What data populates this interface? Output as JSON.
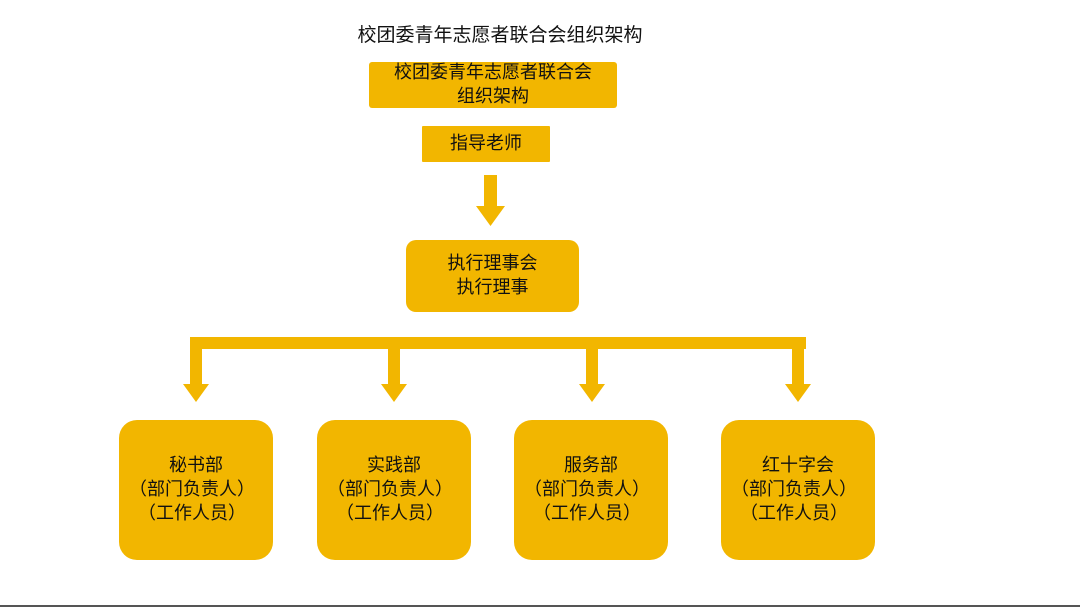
{
  "title": "校团委青年志愿者联合会组织架构",
  "nodes": {
    "org": {
      "lines": [
        "校团委青年志愿者联合会",
        "组织架构"
      ]
    },
    "advisor": {
      "label": "指导老师"
    },
    "executive": {
      "lines": [
        "执行理事会",
        "执行理事"
      ]
    },
    "departments": [
      {
        "lines": [
          "秘书部",
          "（部门负责人）",
          "（工作人员）"
        ]
      },
      {
        "lines": [
          "实践部",
          "（部门负责人）",
          "（工作人员）"
        ]
      },
      {
        "lines": [
          "服务部",
          "（部门负责人）",
          "（工作人员）"
        ]
      },
      {
        "lines": [
          "红十字会",
          "（部门负责人）",
          "（工作人员）"
        ]
      }
    ]
  },
  "colors": {
    "box_fill": "#f2b600",
    "arrow_fill": "#f2b600",
    "text": "#111111"
  }
}
